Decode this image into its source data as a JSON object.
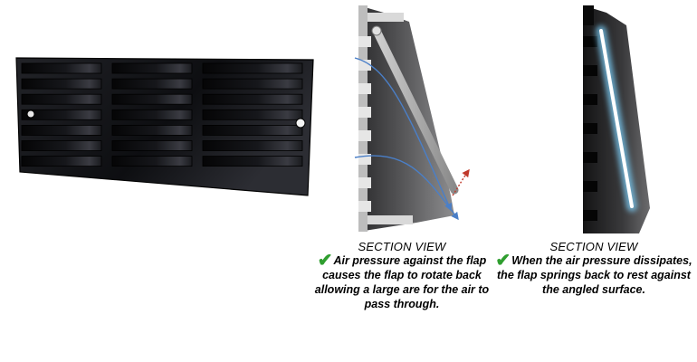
{
  "captions": [
    {
      "title": "SECTION VIEW",
      "check_icon": "✔",
      "text": "Air pressure against the flap causes the flap to rotate back allowing a large are for the air to pass through."
    },
    {
      "title": "SECTION VIEW",
      "check_icon": "✔",
      "text": "When the air pressure dissipates, the flap springs back to rest against the angled surface."
    }
  ],
  "colors": {
    "check": "#2f9e2f",
    "airflow": "#4a7fc8",
    "flap_glow": "#7fd4ff",
    "vent_body": "#15161a"
  },
  "icons": [
    "check-icon",
    "airflow-arrow",
    "rotation-arrow"
  ]
}
